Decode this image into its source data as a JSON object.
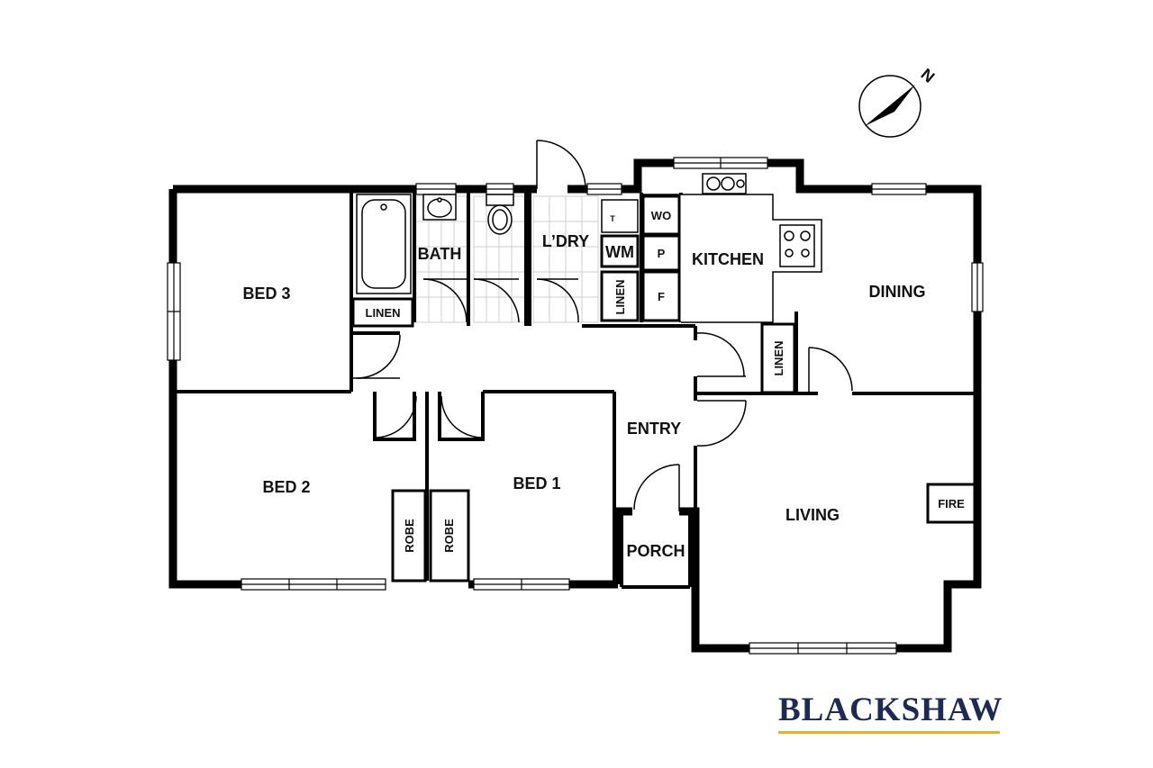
{
  "floorplan": {
    "rooms": {
      "bed3": "BED 3",
      "bath": "BATH",
      "laundry": "L’DRY",
      "kitchen": "KITCHEN",
      "dining": "DINING",
      "bed2": "BED 2",
      "bed1": "BED 1",
      "entry": "ENTRY",
      "living": "LIVING",
      "porch": "PORCH"
    },
    "fixtures": {
      "linen_bath": "LINEN",
      "linen_laundry": "LINEN",
      "linen_dining": "LINEN",
      "wm": "WM",
      "wo": "WO",
      "pantry": "P",
      "fridge": "F",
      "robe_bed2": "ROBE",
      "robe_bed1": "ROBE",
      "fire": "FIRE",
      "tub": "T"
    },
    "compass": {
      "label": "N"
    }
  },
  "brand": {
    "name": "BLACKSHAW",
    "accent": "#e6b422",
    "color": "#1c2a55"
  }
}
